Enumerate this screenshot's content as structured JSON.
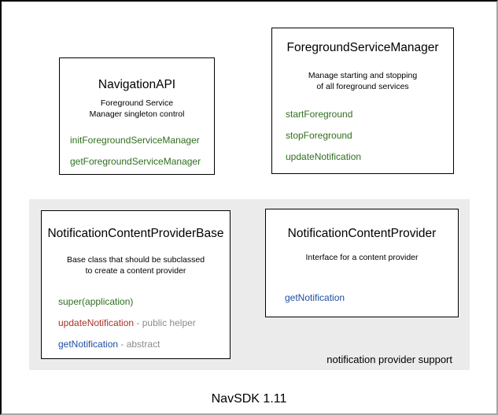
{
  "palette": {
    "green": "#2f6f1f",
    "red": "#a93226",
    "blue": "#1f4fa0",
    "gray": "#8c8c8c",
    "group_bg": "#ebebeb",
    "box_bg": "#ffffff",
    "border": "#000000"
  },
  "boxes": {
    "nav_api": {
      "title": "NavigationAPI",
      "description": [
        "Foreground Service",
        "Manager singleton control"
      ],
      "methods": [
        {
          "name": "initForegroundServiceManager",
          "color": "green"
        },
        {
          "name": "getForegroundServiceManager",
          "color": "green"
        }
      ]
    },
    "fsm": {
      "title": "ForegroundServiceManager",
      "description": [
        "Manage starting and stopping",
        "of all foreground services"
      ],
      "methods": [
        {
          "name": "startForeground",
          "color": "green"
        },
        {
          "name": "stopForeground",
          "color": "green"
        },
        {
          "name": "updateNotification",
          "color": "green"
        }
      ]
    },
    "ncpb": {
      "title": "NotificationContentProviderBase",
      "description": [
        "Base class that should be subclassed",
        "to create a content provider"
      ],
      "methods": [
        {
          "name": "super(application)",
          "color": "green"
        },
        {
          "name": "updateNotification",
          "color": "red",
          "suffix": " - public helper"
        },
        {
          "name": "getNotification",
          "color": "blue",
          "suffix": " - abstract"
        }
      ]
    },
    "ncp": {
      "title": "NotificationContentProvider",
      "description": [
        "Interface for a content provider"
      ],
      "methods": [
        {
          "name": "getNotification",
          "color": "blue"
        }
      ]
    }
  },
  "group_label": "notification provider support",
  "footer": "NavSDK 1.11"
}
